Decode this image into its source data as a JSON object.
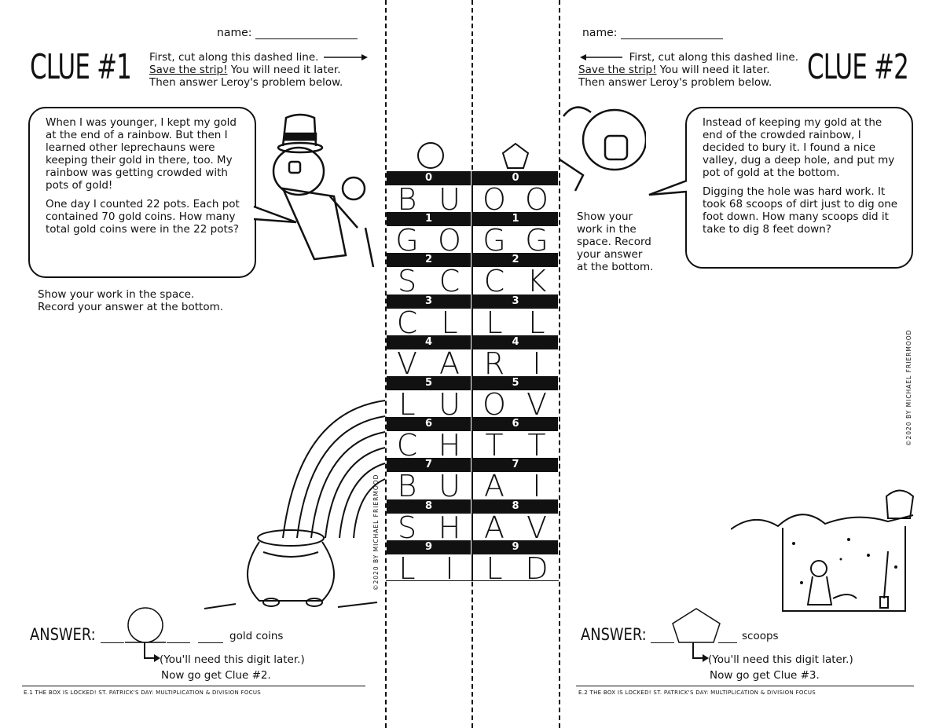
{
  "left": {
    "name_label": "name:",
    "clue_title": "CLUE #1",
    "instructions": {
      "line1": "First, cut along this dashed line.",
      "line2_underlined": "Save the strip!",
      "line2_rest": " You will need it later.",
      "line3": "Then answer Leroy's problem below."
    },
    "bubble_p1": "When I was younger, I kept my gold at the end of a rainbow. But then I learned other leprechauns were keeping their gold in there, too. My rainbow was getting crowded with pots of gold!",
    "bubble_p2": "One day I counted 22 pots. Each pot contained 70 gold coins. How many total gold coins were in the 22 pots?",
    "show_work": "Show your work in the space.",
    "record": "Record your answer at the bottom.",
    "answer_label": "ANSWER:",
    "answer_unit": "gold coins",
    "digit_note": "(You'll need this digit later.)",
    "next": "Now go get Clue #2.",
    "footer": "E.1    THE BOX IS LOCKED! ST. PATRICK'S DAY: MULTIPLICATION & DIVISION FOCUS",
    "copyright": "©2020 BY MICHAEL FRIERMOOD"
  },
  "right": {
    "name_label": "name:",
    "clue_title": "CLUE #2",
    "instructions": {
      "line1": "First, cut along this dashed line.",
      "line2_underlined": "Save the strip!",
      "line2_rest": " You will need it later.",
      "line3": "Then answer Leroy's problem below."
    },
    "bubble_p1": "Instead of keeping my gold at the end of the crowded rainbow, I decided to bury it. I found a nice valley, dug a deep hole, and put my pot of gold at the bottom.",
    "bubble_p2": "Digging the hole was hard work. It took 68 scoops of dirt just to dig one foot down. How many scoops did it take to dig 8 feet down?",
    "show_work": [
      "Show your",
      "work in the",
      "space. Record",
      "your answer",
      "at the bottom."
    ],
    "answer_label": "ANSWER:",
    "answer_unit": "scoops",
    "digit_note": "(You'll need this digit later.)",
    "next": "Now go get Clue #3.",
    "footer": "E.2    THE BOX IS LOCKED! ST. PATRICK'S DAY: MULTIPLICATION & DIVISION FOCUS",
    "copyright": "©2020 BY MICHAEL FRIERMOOD"
  },
  "strip": {
    "left_shape": "circle",
    "right_shape": "pentagon",
    "copyright": "©2020 BY MICHAEL FRIERMOOD",
    "rows": [
      {
        "digit": "0",
        "left": [
          "B",
          "U"
        ],
        "right": [
          "O",
          "O"
        ]
      },
      {
        "digit": "1",
        "left": [
          "G",
          "O"
        ],
        "right": [
          "G",
          "G"
        ]
      },
      {
        "digit": "2",
        "left": [
          "S",
          "C"
        ],
        "right": [
          "C",
          "K"
        ]
      },
      {
        "digit": "3",
        "left": [
          "C",
          "L"
        ],
        "right": [
          "L",
          "L"
        ]
      },
      {
        "digit": "4",
        "left": [
          "V",
          "A"
        ],
        "right": [
          "R",
          "I"
        ]
      },
      {
        "digit": "5",
        "left": [
          "L",
          "U"
        ],
        "right": [
          "O",
          "V"
        ]
      },
      {
        "digit": "6",
        "left": [
          "C",
          "H"
        ],
        "right": [
          "T",
          "T"
        ]
      },
      {
        "digit": "7",
        "left": [
          "B",
          "U"
        ],
        "right": [
          "A",
          "I"
        ]
      },
      {
        "digit": "8",
        "left": [
          "S",
          "H"
        ],
        "right": [
          "A",
          "V"
        ]
      },
      {
        "digit": "9",
        "left": [
          "L",
          "I"
        ],
        "right": [
          "L",
          "D"
        ]
      }
    ]
  }
}
